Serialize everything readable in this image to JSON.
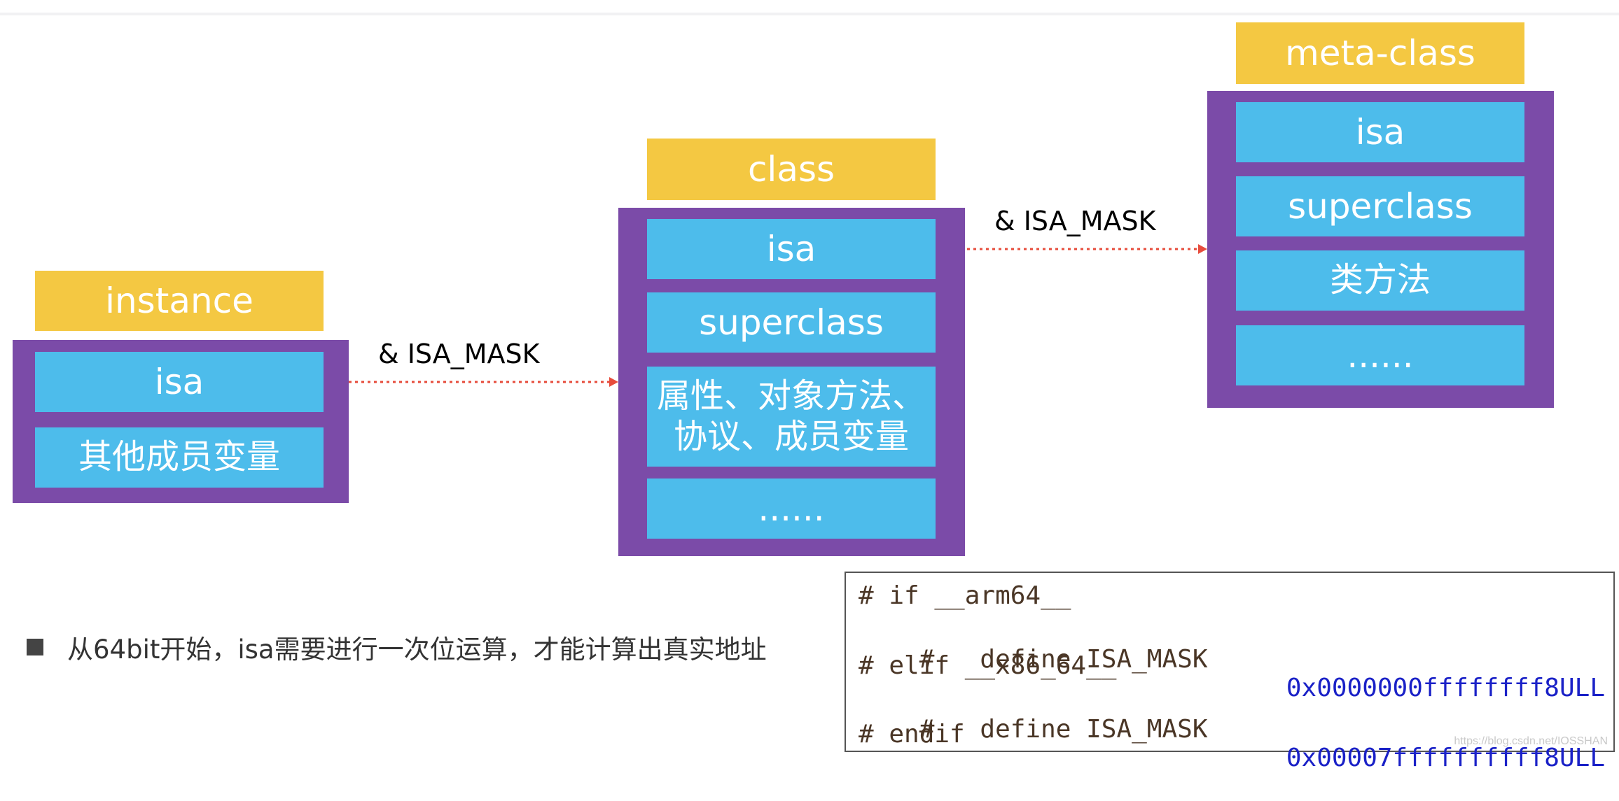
{
  "instance": {
    "title": "instance",
    "fields": [
      "isa",
      "其他成员变量"
    ]
  },
  "class": {
    "title": "class",
    "fields": [
      "isa",
      "superclass",
      "属性、对象方法、",
      "协议、成员变量",
      "......"
    ]
  },
  "meta_class": {
    "title": "meta-class",
    "fields": [
      "isa",
      "superclass",
      "类方法",
      "......"
    ]
  },
  "arrows": {
    "instance_to_class": "& ISA_MASK",
    "class_to_meta": "& ISA_MASK"
  },
  "bullet_text": "从64bit开始，isa需要进行一次位运算，才能计算出真实地址",
  "code": {
    "line1": "# if __arm64__",
    "line2": "#   define ISA_MASK",
    "line2_val": "0x0000000ffffffff8ULL",
    "line3": "# elif __x86_64__",
    "line4": "#   define ISA_MASK",
    "line4_val": "0x00007ffffffffff8ULL",
    "line5": "# endif"
  },
  "watermark": "https://blog.csdn.net/IOSSHAN",
  "colors": {
    "label": "#f4c842",
    "frame": "#7b4ba8",
    "cell": "#4dbceb",
    "arrow": "#e74c3c",
    "code_value": "#1a21c7"
  }
}
